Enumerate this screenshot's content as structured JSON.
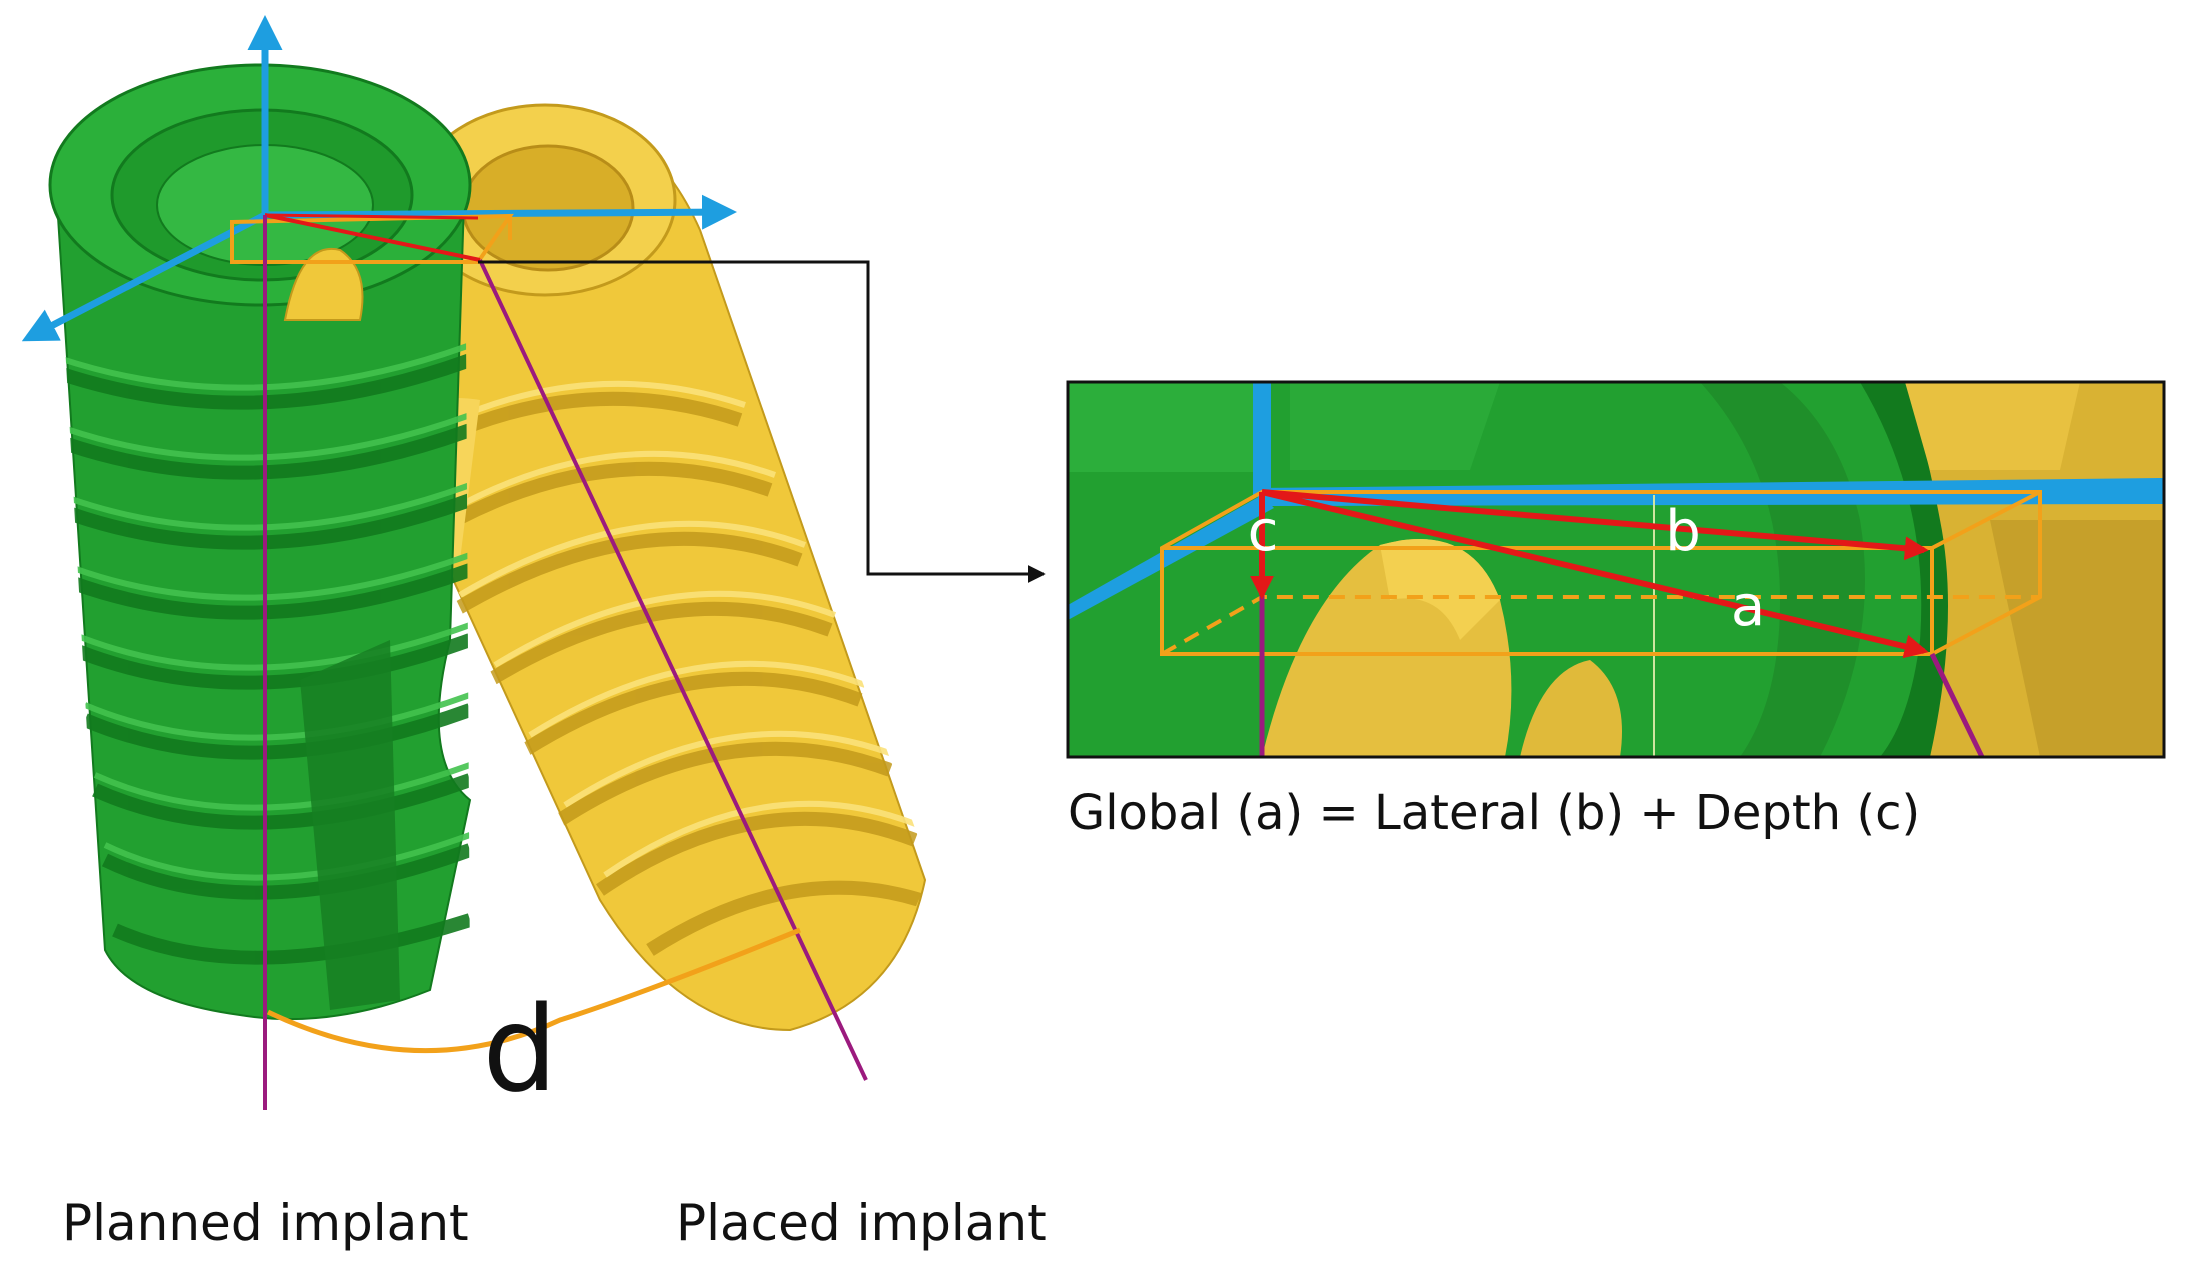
{
  "labels": {
    "planned_implant": "Planned implant",
    "placed_implant": "Placed implant",
    "angle_label": "d",
    "formula": "Global (a) = Lateral (b) + Depth (c)",
    "vec_a": "a",
    "vec_b": "b",
    "vec_c": "c"
  },
  "colors": {
    "planned": "#22a030",
    "planned_dark": "#127a1e",
    "placed": "#f0c83a",
    "placed_dark": "#c39a1c",
    "axis": "#1e9ee0",
    "box": "#f2a11a",
    "vector": "#e31818",
    "implant_axis": "#9b1a7e",
    "connector": "#111111"
  },
  "icons": [
    "axis-arrow-icon",
    "connector-arrow-icon"
  ]
}
